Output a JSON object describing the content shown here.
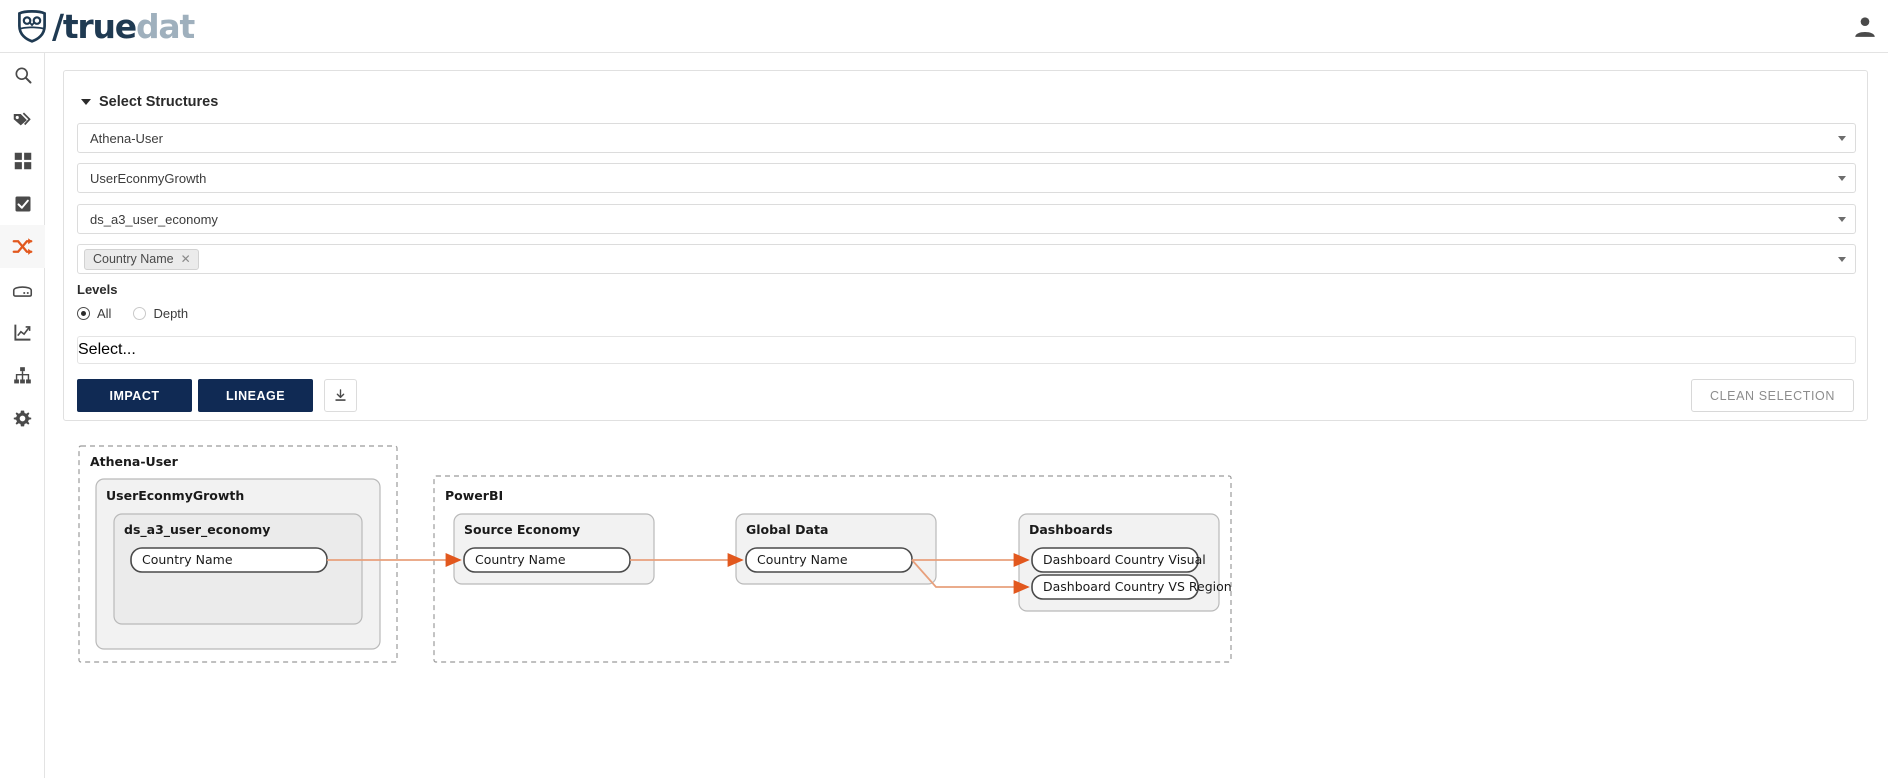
{
  "app": {
    "logo_primary": "/true",
    "logo_secondary": "dat",
    "logo_icon": "owl-shield-icon",
    "user_icon": "user-account-icon"
  },
  "sidebar": {
    "items": [
      {
        "id": "search",
        "icon": "search-icon",
        "active": false
      },
      {
        "id": "tags",
        "icon": "tags-icon",
        "active": false
      },
      {
        "id": "grid",
        "icon": "grid-icon",
        "active": false
      },
      {
        "id": "quality",
        "icon": "checkbox-icon",
        "active": false
      },
      {
        "id": "lineage",
        "icon": "shuffle-icon",
        "active": true
      },
      {
        "id": "database",
        "icon": "database-icon",
        "active": false
      },
      {
        "id": "metrics",
        "icon": "chart-icon",
        "active": false
      },
      {
        "id": "hierarchy",
        "icon": "sitemap-icon",
        "active": false
      },
      {
        "id": "settings",
        "icon": "gear-icon",
        "active": false
      }
    ],
    "accent_color": "#e2581e"
  },
  "panel": {
    "title": "Select Structures",
    "collapse_icon": "caret-down-icon",
    "fields": [
      {
        "name": "system-select",
        "value": "Athena-User"
      },
      {
        "name": "group-select",
        "value": "UserEconmyGrowth"
      },
      {
        "name": "structure-select",
        "value": "ds_a3_user_economy"
      }
    ],
    "field_chip": {
      "name": "field-select",
      "chip_label": "Country Name",
      "remove_icon": "close-icon"
    },
    "levels": {
      "label": "Levels",
      "options": [
        {
          "label": "All",
          "selected": true
        },
        {
          "label": "Depth",
          "selected": false
        }
      ],
      "depth_placeholder": "Select..."
    },
    "actions": {
      "impact": "IMPACT",
      "lineage": "LINEAGE",
      "download_icon": "download-icon",
      "clean_selection": "CLEAN SELECTION"
    },
    "colors": {
      "button_primary": "#102a54",
      "edge": "#e8a07c",
      "arrow": "#e2581e"
    }
  },
  "graph": {
    "edge_color": "#e8a07c",
    "arrow_color": "#e2581e",
    "systems": [
      {
        "name": "Athena-User",
        "groups": [
          {
            "name": "UserEconmyGrowth",
            "structures": [
              {
                "name": "ds_a3_user_economy",
                "fields": [
                  "Country Name"
                ]
              }
            ]
          }
        ]
      },
      {
        "name": "PowerBI",
        "groups": [
          {
            "name": "Source Economy",
            "fields": [
              "Country Name"
            ]
          },
          {
            "name": "Global Data",
            "fields": [
              "Country Name"
            ]
          },
          {
            "name": "Dashboards",
            "fields": [
              "Dashboard Country Visual",
              "Dashboard Country VS Region"
            ]
          }
        ]
      }
    ],
    "edges": [
      {
        "from": "ds_a3_user_economy.Country Name",
        "to": "Source Economy.Country Name"
      },
      {
        "from": "Source Economy.Country Name",
        "to": "Global Data.Country Name"
      },
      {
        "from": "Global Data.Country Name",
        "to": "Dashboards.Dashboard Country Visual"
      },
      {
        "from": "Global Data.Country Name",
        "to": "Dashboards.Dashboard Country VS Region"
      }
    ]
  }
}
